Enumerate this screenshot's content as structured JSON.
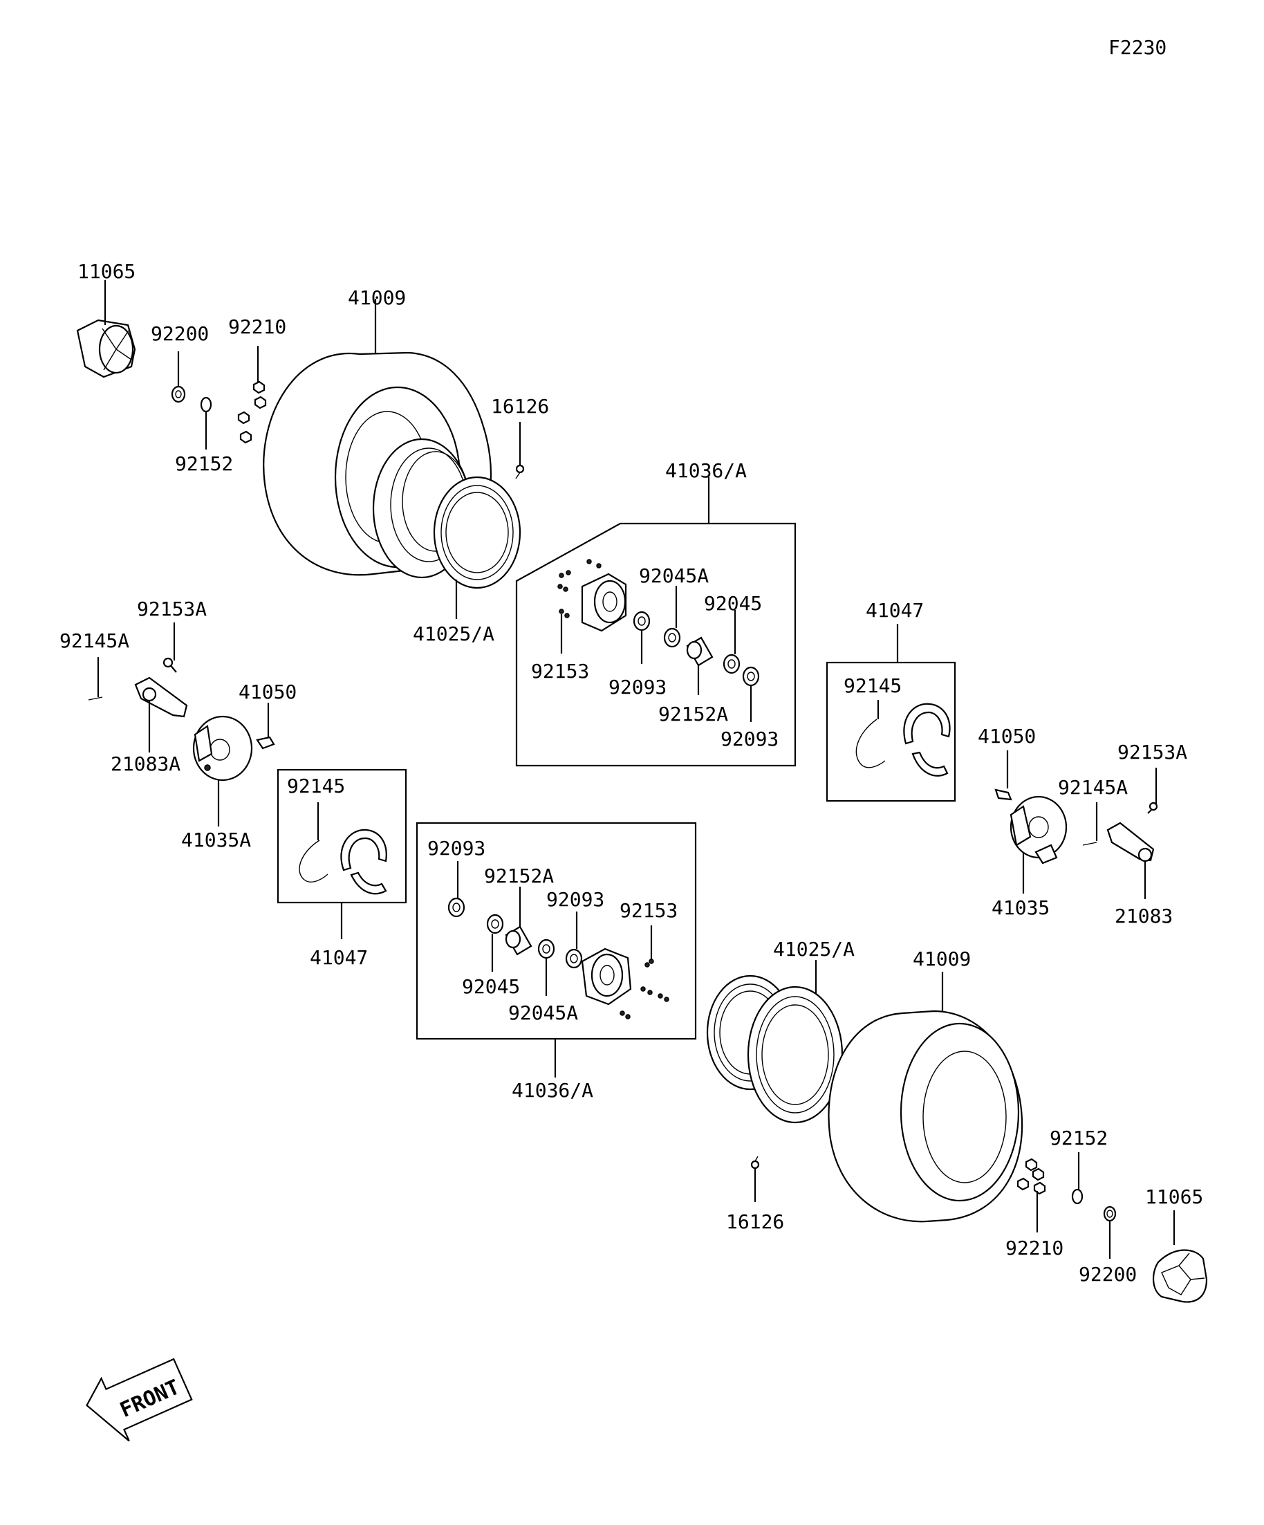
{
  "figure_id": "F2230",
  "labels": {
    "hubcap_l": "11065",
    "washer_l": "92200",
    "nut_l": "92210",
    "pin_l": "92152",
    "tire_l": "41009",
    "valve_l": "16126",
    "rim_l": "41025/A",
    "hubkit_l": "41036/A",
    "seal_a_l": "92045A",
    "bearing_l": "92045",
    "bolt_l": "92153",
    "oilseal_l": "92093",
    "collar_l": "92152A",
    "oilseal2_l": "92093",
    "shoe_r_top": "41047",
    "spring_r": "92145",
    "lever_bolt_l": "92153A",
    "cotter_l": "92145A",
    "cam_l": "41050",
    "lever_l": "21083A",
    "panel_l": "41035A",
    "spring_l": "92145",
    "shoe_l": "41047",
    "oilseal_b1": "92093",
    "collar_b": "92152A",
    "oilseal_b2": "92093",
    "bolt_b": "92153",
    "bearing_b": "92045",
    "seal_a_b": "92045A",
    "hubkit_b": "41036/A",
    "cam_r": "41050",
    "cotter_r": "92145A",
    "lever_bolt_r": "92153A",
    "panel_r": "41035",
    "lever_r": "21083",
    "rim_r": "41025/A",
    "tire_r": "41009",
    "pin_r": "92152",
    "hubcap_r": "11065",
    "valve_r": "16126",
    "nut_r": "92210",
    "washer_r": "92200"
  },
  "front_arrow": "FRONT"
}
